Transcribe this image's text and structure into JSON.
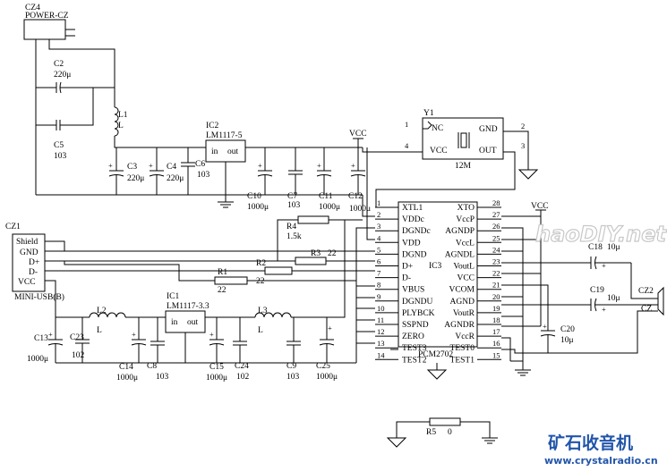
{
  "connectors": {
    "cz4_ref": "CZ4",
    "cz4_name": "POWER-CZ",
    "cz1_ref": "CZ1",
    "cz1_name": "MINI-USB(B)",
    "cz1_pins": [
      "Shield",
      "GND",
      "D+",
      "D-",
      "VCC"
    ],
    "cz2_ref": "CZ2",
    "cz2_name": "CZ"
  },
  "capacitors": {
    "c2": "C2",
    "c2_val": "220μ",
    "c5": "C5",
    "c5_val": "103",
    "c3": "C3",
    "c3_val": "220μ",
    "c4": "C4",
    "c4_val": "220μ",
    "c6": "C6",
    "c6_val": "103",
    "c10": "C10",
    "c10_val": "1000μ",
    "c7": "C7",
    "c7_val": "103",
    "c11": "C11",
    "c11_val": "1000μ",
    "c12": "C12",
    "c12_val": "1000μ",
    "c13": "C13",
    "c13_val": "1000μ",
    "c23": "C23",
    "c23_val": "102",
    "c14": "C14",
    "c14_val": "1000μ",
    "c8": "C8",
    "c8_val": "103",
    "c15": "C15",
    "c15_val": "1000μ",
    "c24": "C24",
    "c24_val": "102",
    "c9": "C9",
    "c9_val": "103",
    "c25": "C25",
    "c25_val": "1000μ",
    "c18": "C18",
    "c18_val": "10μ",
    "c19": "C19",
    "c19_val": "10μ",
    "c20": "C20",
    "c20_val": "10μ"
  },
  "inductors": {
    "l1": "L1",
    "l1_val": "L",
    "l2": "L2",
    "l2_val": "L",
    "l3": "L3",
    "l3_val": "L"
  },
  "resistors": {
    "r1": "R1",
    "r1_val": "22",
    "r2": "R2",
    "r2_val": "22",
    "r3": "R3",
    "r3_val": "22",
    "r4": "R4",
    "r4_val": "1.5k",
    "r5": "R5",
    "r5_val": "0"
  },
  "regulators": {
    "ic2": "IC2",
    "ic2_part": "LM1117-5",
    "ic1": "IC1",
    "ic1_part": "LM1117-3.3",
    "in_label": "in",
    "out_label": "out"
  },
  "crystal": {
    "ref": "Y1",
    "value": "12M",
    "pin1": "1",
    "pin2": "2",
    "pin3": "3",
    "pin4": "4",
    "nc": "NC",
    "gnd": "GND",
    "vcc": "VCC",
    "out": "OUT"
  },
  "power_labels": {
    "vcc": "VCC"
  },
  "chip": {
    "ref": "IC3",
    "part": "PCM2702",
    "left_pins": [
      {
        "num": "1",
        "name": "XTL1"
      },
      {
        "num": "2",
        "name": "VDDc"
      },
      {
        "num": "3",
        "name": "DGNDc"
      },
      {
        "num": "4",
        "name": "VDD"
      },
      {
        "num": "5",
        "name": "DGND"
      },
      {
        "num": "6",
        "name": "D+"
      },
      {
        "num": "7",
        "name": "D-"
      },
      {
        "num": "8",
        "name": "VBUS"
      },
      {
        "num": "9",
        "name": "DGNDU"
      },
      {
        "num": "10",
        "name": "PLYBCK"
      },
      {
        "num": "11",
        "name": "SSPND"
      },
      {
        "num": "12",
        "name": "ZERO"
      },
      {
        "num": "13",
        "name": "TEST3"
      },
      {
        "num": "14",
        "name": "TEST2"
      }
    ],
    "right_pins": [
      {
        "num": "28",
        "name": "XTO"
      },
      {
        "num": "27",
        "name": "VccP"
      },
      {
        "num": "26",
        "name": "AGNDP"
      },
      {
        "num": "25",
        "name": "VccL"
      },
      {
        "num": "24",
        "name": "AGNDL"
      },
      {
        "num": "23",
        "name": "VoutL"
      },
      {
        "num": "22",
        "name": "VCC"
      },
      {
        "num": "21",
        "name": "VCOM"
      },
      {
        "num": "20",
        "name": "AGND"
      },
      {
        "num": "19",
        "name": "VoutR"
      },
      {
        "num": "18",
        "name": "AGNDR"
      },
      {
        "num": "17",
        "name": "VccR"
      },
      {
        "num": "16",
        "name": "TEST0"
      },
      {
        "num": "15",
        "name": "TEST1"
      }
    ]
  },
  "watermark": {
    "logo": "haoDIY.net",
    "cn": "矿石收音机",
    "url": "www.crystalradio.cn"
  },
  "colors": {
    "ink": "#000000",
    "watermark_blue": "#2255aa"
  }
}
